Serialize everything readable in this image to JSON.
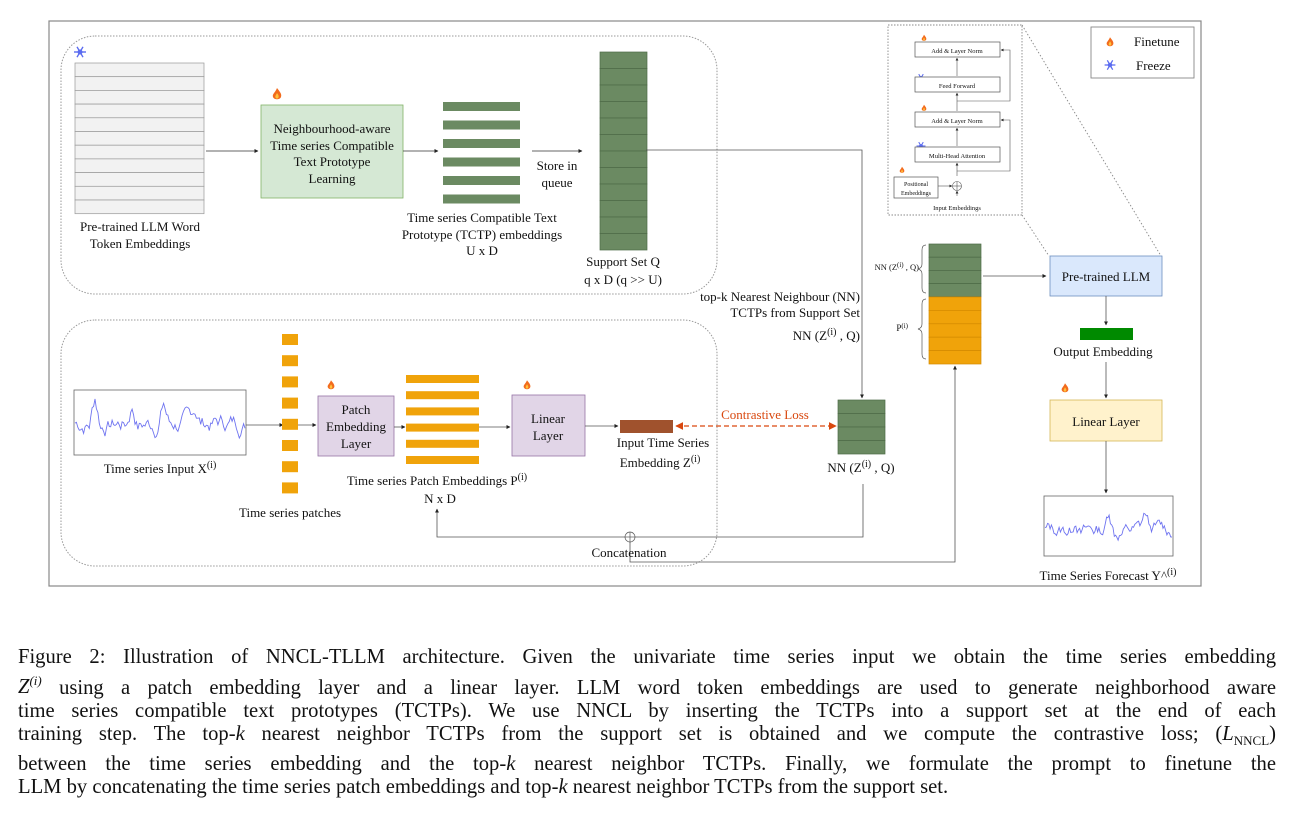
{
  "figure": {
    "legend": {
      "finetune": "Finetune",
      "freeze": "Freeze"
    },
    "top_panel": {
      "word_embeddings_label": [
        "Pre-trained LLM Word",
        "Token Embeddings"
      ],
      "word_embeddings_rows": 11,
      "prototype_block_label": [
        "Neighbourhood-aware",
        "Time series Compatible",
        "Text Prototype",
        "Learning"
      ],
      "tctp_label": [
        "Time series Compatible Text",
        "Prototype (TCTP) embeddings",
        "U x D"
      ],
      "tctp_bars": 6,
      "store_label": [
        "Store in",
        "queue"
      ],
      "support_set_label": [
        "Support Set Q",
        "q x D (q >> U)"
      ],
      "support_set_rows": 12
    },
    "middle": {
      "topk_label": [
        "top-k Nearest Neighbour (NN)",
        "TCTPs from Support Set"
      ],
      "nn_label": "NN (Z",
      "nn_sup": "(i)",
      "nn_suffix": " , Q)",
      "prompt_nn_brace": "NN (Z",
      "prompt_p_brace": "P",
      "sup": "(i)"
    },
    "bottom_panel": {
      "input_label": "Time series Input X",
      "patches_label": "Time series patches",
      "patch_count": 8,
      "patch_embedding_layer": [
        "Patch",
        "Embedding",
        "Layer"
      ],
      "patch_embeddings_label": "Time series Patch Embeddings P",
      "patch_embeddings_dims": "N x D",
      "linear_layer": [
        "Linear",
        "Layer"
      ],
      "input_embedding_label": [
        "Input Time Series",
        "Embedding Z"
      ],
      "contrastive_loss": "Contrastive Loss",
      "concatenation": "Concatenation"
    },
    "right": {
      "pretrained_llm": "Pre-trained LLM",
      "output_embedding": "Output Embedding",
      "linear_layer": "Linear Layer",
      "forecast_label": "Time Series Forecast Y^",
      "transformer": {
        "add_norm_top": "Add & Layer Norm",
        "feed_forward": "Feed Forward",
        "add_norm_bottom": "Add & Layer Norm",
        "attention": "Multi-Head Attention",
        "positional": [
          "Positional",
          "Embeddings"
        ],
        "input_embeddings": "Input Embeddings"
      }
    },
    "colors": {
      "green_dark": "#6b8a62",
      "green_light": "#d5e8d4",
      "orange": "#f0a30a",
      "purple_light": "#e1d5e7",
      "blue_light": "#dae8fc",
      "yellow_light": "#fff2cc",
      "brown": "#a0522d",
      "output_green": "#008a00",
      "loss_red": "#d9480f",
      "series_blue": "#6f74f0"
    }
  },
  "caption": {
    "lines": [
      [
        "Figure 2: Illustration of NNCL-TLLM architecture. Given the univariate time series input we obtain the time series embedding"
      ],
      [
        "Z(i)",
        " using a patch embedding layer and a linear layer. LLM word token embeddings are used to generate neighborhood aware"
      ],
      [
        "time series compatible text prototypes (TCTPs). We use NNCL by inserting the TCTPs into a support set at the end of each"
      ],
      [
        "training step. The top-",
        "k",
        " nearest neighbor TCTPs from the support set is obtained and we compute the contrastive loss; (",
        "L",
        "NNCL",
        ")"
      ],
      [
        "between the time series embedding and the top-",
        "k",
        " nearest neighbor TCTPs. Finally, we formulate the prompt to finetune the"
      ],
      [
        "LLM by concatenating the time series patch embeddings and top-",
        "k",
        " nearest neighbor TCTPs from the support set."
      ]
    ]
  }
}
